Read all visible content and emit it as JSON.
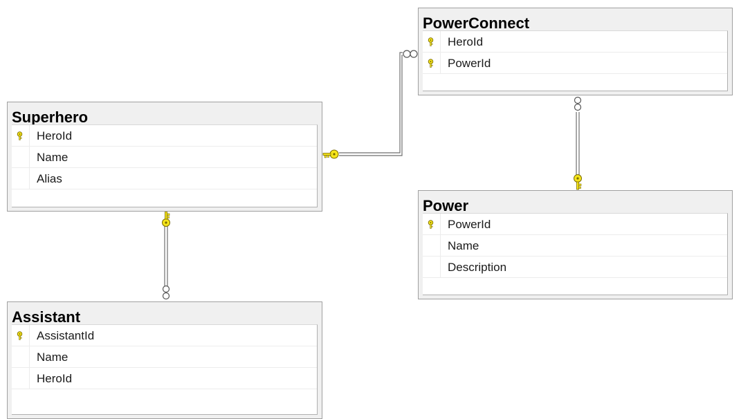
{
  "tables": {
    "superhero": {
      "title": "Superhero",
      "columns": [
        {
          "name": "HeroId",
          "primary_key": true
        },
        {
          "name": "Name",
          "primary_key": false
        },
        {
          "name": "Alias",
          "primary_key": false
        }
      ]
    },
    "assistant": {
      "title": "Assistant",
      "columns": [
        {
          "name": "AssistantId",
          "primary_key": true
        },
        {
          "name": "Name",
          "primary_key": false
        },
        {
          "name": "HeroId",
          "primary_key": false
        }
      ]
    },
    "powerconnect": {
      "title": "PowerConnect",
      "columns": [
        {
          "name": "HeroId",
          "primary_key": true
        },
        {
          "name": "PowerId",
          "primary_key": true
        }
      ]
    },
    "power": {
      "title": "Power",
      "columns": [
        {
          "name": "PowerId",
          "primary_key": true
        },
        {
          "name": "Name",
          "primary_key": false
        },
        {
          "name": "Description",
          "primary_key": false
        }
      ]
    }
  },
  "relationships": [
    {
      "from": "superhero",
      "to": "assistant",
      "one_end": "superhero",
      "many_end": "assistant"
    },
    {
      "from": "superhero",
      "to": "powerconnect",
      "one_end": "superhero",
      "many_end": "powerconnect"
    },
    {
      "from": "power",
      "to": "powerconnect",
      "one_end": "power",
      "many_end": "powerconnect"
    }
  ],
  "colors": {
    "key_fill": "#f5e51b",
    "key_stroke": "#7a6a00",
    "line": "#6e6e6e",
    "header_bg": "#f0f0f0"
  }
}
